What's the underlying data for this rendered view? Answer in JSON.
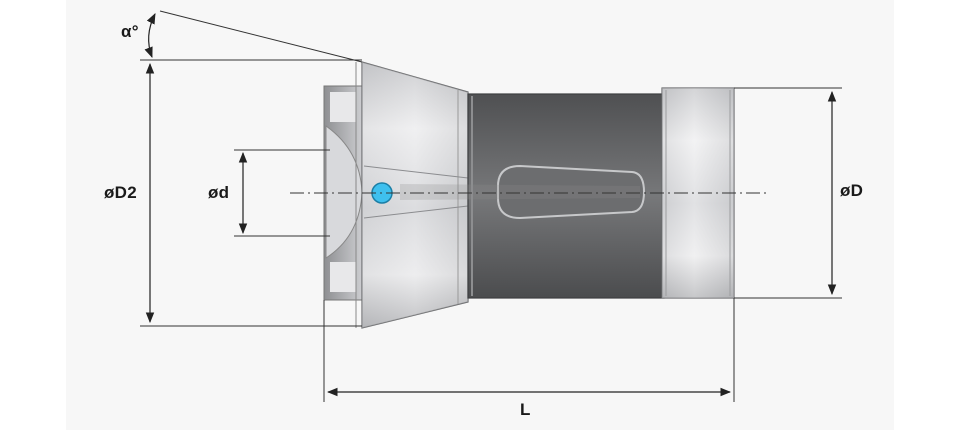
{
  "labels": {
    "angle": "α°",
    "outer_diameter_front": "øD2",
    "bore_diameter": "ød",
    "outer_diameter_rear": "øD",
    "length": "L"
  },
  "colors": {
    "background": "#f7f7f7",
    "dimension_line": "#222222",
    "centerline": "#333333",
    "body_dark": "#6e6f71",
    "steel_light": "#e6e6e8",
    "highlight_dot": "#3fc0ee"
  }
}
